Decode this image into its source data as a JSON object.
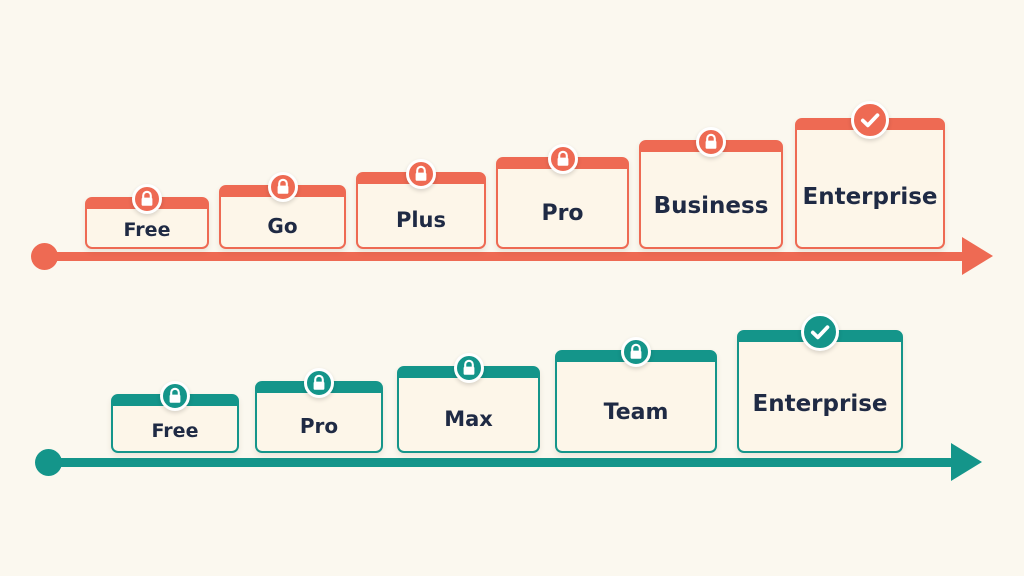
{
  "tracks": [
    {
      "color": "#ee6a53",
      "tiers": [
        {
          "label": "Free",
          "icon": "lock-icon"
        },
        {
          "label": "Go",
          "icon": "lock-icon"
        },
        {
          "label": "Plus",
          "icon": "lock-icon"
        },
        {
          "label": "Pro",
          "icon": "lock-icon"
        },
        {
          "label": "Business",
          "icon": "lock-icon"
        },
        {
          "label": "Enterprise",
          "icon": "check-icon"
        }
      ]
    },
    {
      "color": "#14958a",
      "tiers": [
        {
          "label": "Free",
          "icon": "lock-icon"
        },
        {
          "label": "Pro",
          "icon": "lock-icon"
        },
        {
          "label": "Max",
          "icon": "lock-icon"
        },
        {
          "label": "Team",
          "icon": "lock-icon"
        },
        {
          "label": "Enterprise",
          "icon": "check-icon"
        }
      ]
    }
  ]
}
